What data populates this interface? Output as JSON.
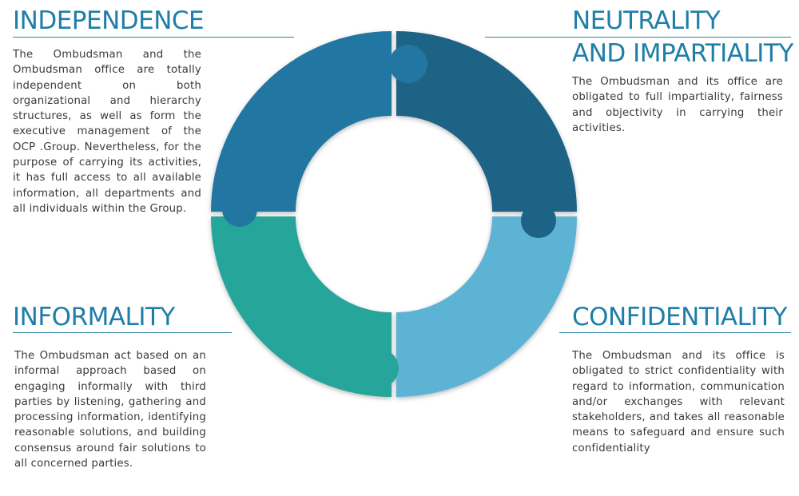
{
  "colors": {
    "independence": "#2176a2",
    "neutrality": "#1c6385",
    "confidentiality": "#5bb3d4",
    "informality": "#27a59a",
    "heading": "#1f7ea8"
  },
  "sections": {
    "independence": {
      "title": "INDEPENDENCE",
      "body": "The Ombudsman and the Ombudsman office are totally independent on both organizational and hierarchy structures, as well as form the executive management of the OCP .Group. Nevertheless, for the purpose of carrying its activities, it has full access to all available information, all departments and all individuals within the Group."
    },
    "neutrality": {
      "title_line1": "NEUTRALITY",
      "title_line2": "AND IMPARTIALITY",
      "body": "The Ombudsman and its office are obligated to full impartiality, fairness and objectivity in carrying their activities."
    },
    "informality": {
      "title": "INFORMALITY",
      "body": "The Ombudsman act based on an informal approach based on engaging informally with third parties by listening, gathering and processing information, identifying reasonable solutions, and building consensus around fair solutions to all concerned parties."
    },
    "confidentiality": {
      "title": "CONFIDENTIALITY",
      "body": "The Ombudsman and its office is obligated to strict confidentiality with regard to information, communication and/or exchanges with relevant stakeholders, and takes all reasonable means to safeguard and ensure such confidentiality"
    }
  }
}
